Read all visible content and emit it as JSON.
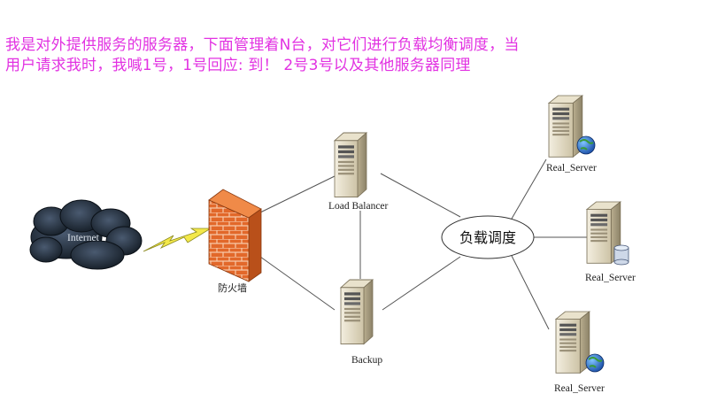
{
  "caption": {
    "line1": "我是对外提供服务的服务器，下面管理着N台，对它们进行负载均衡调度，当",
    "line2": "用户请求我时，我喊1号，1号回应: 到！ 2号3号以及其他服务器同理"
  },
  "nodes": {
    "internet": "Internet",
    "firewall": "防火墙",
    "load_balancer": "Load Balancer",
    "backup": "Backup",
    "scheduler": "负载调度",
    "real_server_1": "Real_Server",
    "real_server_2": "Real_Server",
    "real_server_3": "Real_Server"
  },
  "colors": {
    "caption": "#e232e2",
    "cloud": "#1f2d3d",
    "firewall_brick": "#e2682a",
    "lightning": "#f3e84a",
    "server_body": "#d8cfb6",
    "link": "#555555"
  },
  "icons": [
    "cloud-icon",
    "lightning-icon",
    "firewall-icon",
    "server-icon",
    "globe-icon",
    "database-icon"
  ]
}
